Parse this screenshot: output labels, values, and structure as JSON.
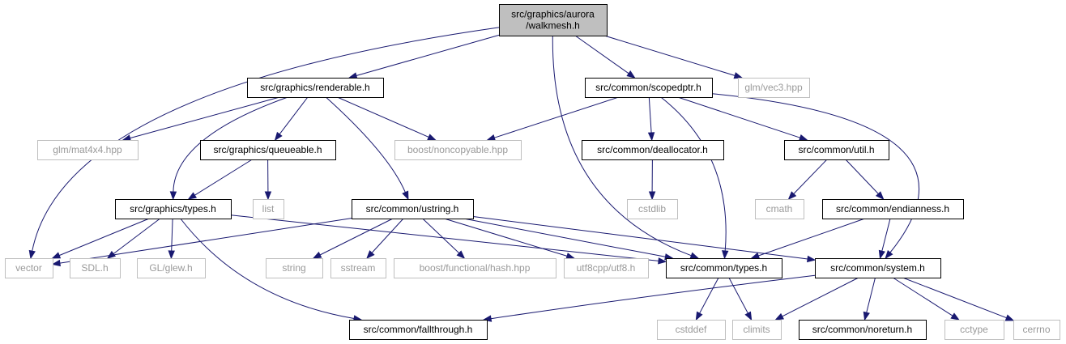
{
  "colors": {
    "edge": "#191970",
    "root_fill": "#bfbfbf",
    "external_border": "#bfbfbf",
    "external_text": "#9a9a9a",
    "project_border": "#000000"
  },
  "nodes": [
    {
      "id": "walkmesh",
      "kind": "root",
      "lines": [
        "src/graphics/aurora",
        "/walkmesh.h"
      ]
    },
    {
      "id": "renderable",
      "kind": "project",
      "lines": [
        "src/graphics/renderable.h"
      ]
    },
    {
      "id": "scopedptr",
      "kind": "project",
      "lines": [
        "src/common/scopedptr.h"
      ]
    },
    {
      "id": "vec3",
      "kind": "external",
      "lines": [
        "glm/vec3.hpp"
      ]
    },
    {
      "id": "mat4x4",
      "kind": "external",
      "lines": [
        "glm/mat4x4.hpp"
      ]
    },
    {
      "id": "queueable",
      "kind": "project",
      "lines": [
        "src/graphics/queueable.h"
      ]
    },
    {
      "id": "noncopyable",
      "kind": "external",
      "lines": [
        "boost/noncopyable.hpp"
      ]
    },
    {
      "id": "deallocator",
      "kind": "project",
      "lines": [
        "src/common/deallocator.h"
      ]
    },
    {
      "id": "util",
      "kind": "project",
      "lines": [
        "src/common/util.h"
      ]
    },
    {
      "id": "gtypes",
      "kind": "project",
      "lines": [
        "src/graphics/types.h"
      ]
    },
    {
      "id": "list",
      "kind": "external",
      "lines": [
        "list"
      ]
    },
    {
      "id": "ustring",
      "kind": "project",
      "lines": [
        "src/common/ustring.h"
      ]
    },
    {
      "id": "cstdlib",
      "kind": "external",
      "lines": [
        "cstdlib"
      ]
    },
    {
      "id": "cmath",
      "kind": "external",
      "lines": [
        "cmath"
      ]
    },
    {
      "id": "endianness",
      "kind": "project",
      "lines": [
        "src/common/endianness.h"
      ]
    },
    {
      "id": "vector",
      "kind": "external",
      "lines": [
        "vector"
      ]
    },
    {
      "id": "sdl",
      "kind": "external",
      "lines": [
        "SDL.h"
      ]
    },
    {
      "id": "glew",
      "kind": "external",
      "lines": [
        "GL/glew.h"
      ]
    },
    {
      "id": "string",
      "kind": "external",
      "lines": [
        "string"
      ]
    },
    {
      "id": "sstream",
      "kind": "external",
      "lines": [
        "sstream"
      ]
    },
    {
      "id": "hash",
      "kind": "external",
      "lines": [
        "boost/functional/hash.hpp"
      ]
    },
    {
      "id": "utf8",
      "kind": "external",
      "lines": [
        "utf8cpp/utf8.h"
      ]
    },
    {
      "id": "ctypes",
      "kind": "project",
      "lines": [
        "src/common/types.h"
      ]
    },
    {
      "id": "system",
      "kind": "project",
      "lines": [
        "src/common/system.h"
      ]
    },
    {
      "id": "fallthrough",
      "kind": "project",
      "lines": [
        "src/common/fallthrough.h"
      ]
    },
    {
      "id": "cstddef",
      "kind": "external",
      "lines": [
        "cstddef"
      ]
    },
    {
      "id": "climits",
      "kind": "external",
      "lines": [
        "climits"
      ]
    },
    {
      "id": "noreturn",
      "kind": "project",
      "lines": [
        "src/common/noreturn.h"
      ]
    },
    {
      "id": "cctype",
      "kind": "external",
      "lines": [
        "cctype"
      ]
    },
    {
      "id": "cerrno",
      "kind": "external",
      "lines": [
        "cerrno"
      ]
    }
  ],
  "edges": [
    {
      "from": "walkmesh",
      "to": "renderable"
    },
    {
      "from": "walkmesh",
      "to": "scopedptr"
    },
    {
      "from": "walkmesh",
      "to": "vec3"
    },
    {
      "from": "walkmesh",
      "to": "vector"
    },
    {
      "from": "walkmesh",
      "to": "ctypes"
    },
    {
      "from": "renderable",
      "to": "mat4x4"
    },
    {
      "from": "renderable",
      "to": "queueable"
    },
    {
      "from": "renderable",
      "to": "noncopyable"
    },
    {
      "from": "renderable",
      "to": "gtypes"
    },
    {
      "from": "renderable",
      "to": "ustring"
    },
    {
      "from": "scopedptr",
      "to": "noncopyable"
    },
    {
      "from": "scopedptr",
      "to": "deallocator"
    },
    {
      "from": "scopedptr",
      "to": "util"
    },
    {
      "from": "scopedptr",
      "to": "ctypes"
    },
    {
      "from": "scopedptr",
      "to": "system"
    },
    {
      "from": "queueable",
      "to": "gtypes"
    },
    {
      "from": "queueable",
      "to": "list"
    },
    {
      "from": "deallocator",
      "to": "cstdlib"
    },
    {
      "from": "util",
      "to": "cmath"
    },
    {
      "from": "util",
      "to": "endianness"
    },
    {
      "from": "gtypes",
      "to": "vector"
    },
    {
      "from": "gtypes",
      "to": "sdl"
    },
    {
      "from": "gtypes",
      "to": "glew"
    },
    {
      "from": "gtypes",
      "to": "ctypes"
    },
    {
      "from": "gtypes",
      "to": "fallthrough"
    },
    {
      "from": "ustring",
      "to": "vector"
    },
    {
      "from": "ustring",
      "to": "string"
    },
    {
      "from": "ustring",
      "to": "sstream"
    },
    {
      "from": "ustring",
      "to": "hash"
    },
    {
      "from": "ustring",
      "to": "utf8"
    },
    {
      "from": "ustring",
      "to": "ctypes"
    },
    {
      "from": "ustring",
      "to": "system"
    },
    {
      "from": "endianness",
      "to": "ctypes"
    },
    {
      "from": "endianness",
      "to": "system"
    },
    {
      "from": "ctypes",
      "to": "cstddef"
    },
    {
      "from": "ctypes",
      "to": "climits"
    },
    {
      "from": "system",
      "to": "fallthrough"
    },
    {
      "from": "system",
      "to": "climits"
    },
    {
      "from": "system",
      "to": "noreturn"
    },
    {
      "from": "system",
      "to": "cctype"
    },
    {
      "from": "system",
      "to": "cerrno"
    }
  ]
}
